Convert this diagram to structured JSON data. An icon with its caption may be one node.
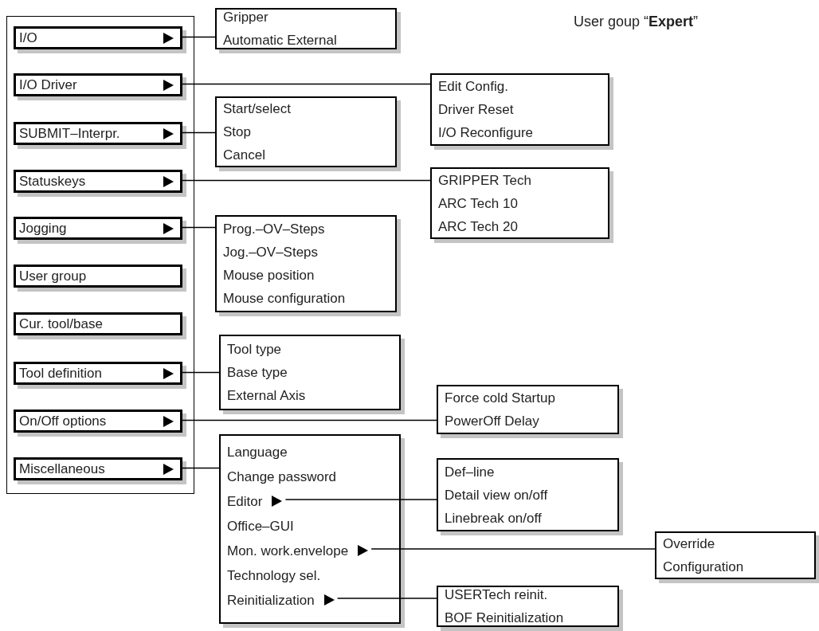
{
  "diagram": {
    "title": "User goup “**Expert**”",
    "nodes": [
      {
        "text": [],
        "shape": "box"
      },
      {
        "text": [
          "I/O"
        ],
        "in": 0
      },
      {
        "text": [
          "I/O Driver"
        ],
        "in": 0
      },
      {
        "text": [
          "SUBMIT–Interpr."
        ],
        "in": 0
      },
      {
        "text": [
          "Statuskeys"
        ],
        "in": 0
      },
      {
        "text": [
          "Jogging"
        ],
        "in": 0
      },
      {
        "text": [
          "User group"
        ],
        "in": 0
      },
      {
        "text": [
          "Cur. tool/base"
        ],
        "in": 0
      },
      {
        "text": [
          "Tool definition"
        ],
        "in": 0
      },
      {
        "text": [
          "On/Off options"
        ],
        "in": 0
      },
      {
        "text": [
          "Miscellaneous"
        ],
        "in": 0
      },
      {
        "text": [
          "Gripper",
          "Automatic External"
        ]
      },
      {
        "text": [
          "Edit Config.",
          "Driver Reset",
          "I/O Reconfigure"
        ]
      },
      {
        "text": [
          "Start/select",
          "Stop",
          "Cancel"
        ]
      },
      {
        "text": [
          "GRIPPER Tech",
          "ARC Tech 10",
          "ARC Tech 20"
        ]
      },
      {
        "text": [
          "Prog.–OV–Steps",
          "Jog.–OV–Steps",
          "Mouse position",
          "Mouse configuration"
        ]
      },
      {
        "text": [
          "Tool type",
          "Base type",
          "External Axis"
        ]
      },
      {
        "text": [
          "Force cold Startup",
          "PowerOff Delay"
        ]
      },
      {
        "text": [],
        "shape": "box"
      },
      {
        "text": [
          "Language"
        ],
        "in": 18
      },
      {
        "text": [
          "Change password"
        ],
        "in": 18
      },
      {
        "text": [
          "Editor"
        ],
        "in": 18
      },
      {
        "text": [
          "Office–GUI"
        ],
        "in": 18
      },
      {
        "text": [
          "Mon. work.envelope"
        ],
        "in": 18
      },
      {
        "text": [
          "Technology sel."
        ],
        "in": 18
      },
      {
        "text": [
          "Reinitialization"
        ],
        "in": 18
      },
      {
        "text": [
          "Def–line",
          "Detail view on/off",
          "Linebreak on/off"
        ]
      },
      {
        "text": [
          "Override",
          "Configuration"
        ]
      },
      {
        "text": [
          "USERTech reinit.",
          "BOF Reinitialization"
        ]
      }
    ],
    "edges": [
      {
        "from": 1,
        "to": 11,
        "arrow": "none"
      },
      {
        "from": 2,
        "to": 12,
        "arrow": "none"
      },
      {
        "from": 3,
        "to": 13,
        "arrow": "none"
      },
      {
        "from": 4,
        "to": 14,
        "arrow": "none"
      },
      {
        "from": 5,
        "to": 15,
        "arrow": "none"
      },
      {
        "from": 8,
        "to": 16,
        "arrow": "none"
      },
      {
        "from": 9,
        "to": 17,
        "arrow": "none"
      },
      {
        "from": 10,
        "to": 18,
        "arrow": "none"
      },
      {
        "from": 21,
        "to": 26,
        "arrow": "none"
      },
      {
        "from": 23,
        "to": 27,
        "arrow": "none"
      },
      {
        "from": 25,
        "to": 28,
        "arrow": "none"
      }
    ]
  }
}
